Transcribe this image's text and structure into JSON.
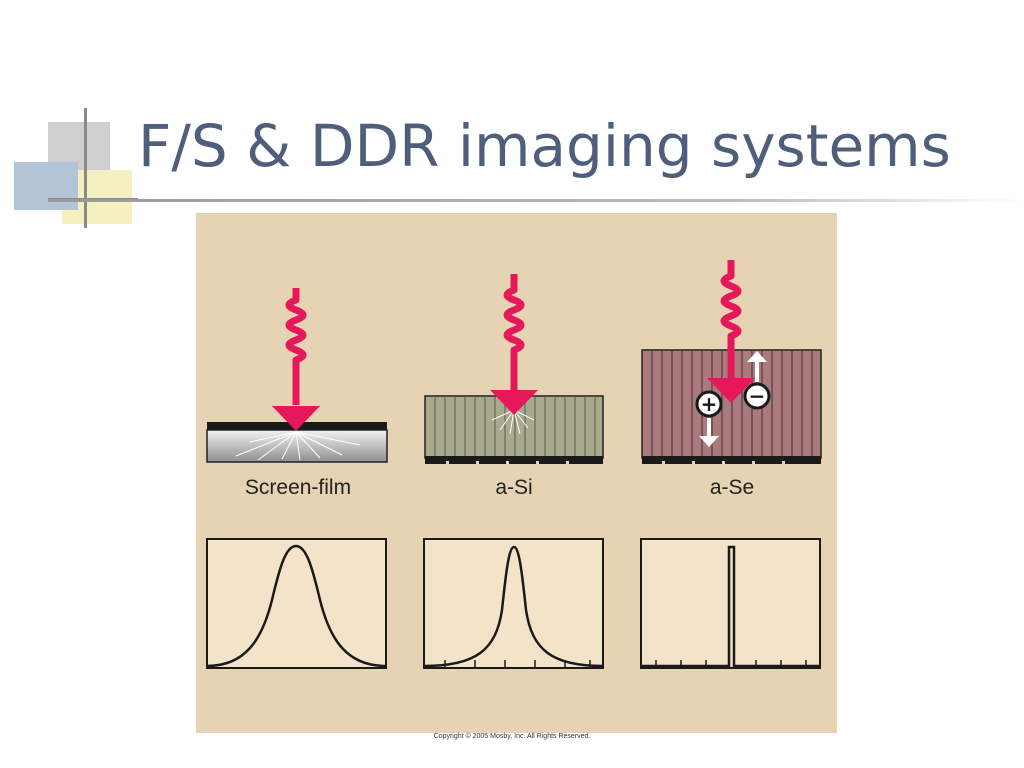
{
  "slide": {
    "title": "F/S & DDR imaging systems",
    "copyright": "Copyright © 2005 Mosby, Inc. All Rights Reserved."
  },
  "detectors": [
    {
      "label": "Screen-film",
      "spread_profile": "broad"
    },
    {
      "label": "a-Si",
      "spread_profile": "narrow"
    },
    {
      "label": "a-Se",
      "spread_profile": "minimal"
    }
  ],
  "charge_symbols": {
    "positive": "+",
    "negative": "−"
  },
  "colors": {
    "title": "#4f5f7b",
    "figure_background": "#e5d3b3",
    "profile_background": "#f3e3c8",
    "xray_arrow": "#e4185a",
    "screen_film_layer": "#8e8e8e",
    "a_si_layer": "#a9a98e",
    "a_se_layer": "#a97a7e"
  },
  "icons": [
    "xray-arrow-icon",
    "plus-charge-icon",
    "minus-charge-icon",
    "up-arrow-icon",
    "down-arrow-icon"
  ]
}
